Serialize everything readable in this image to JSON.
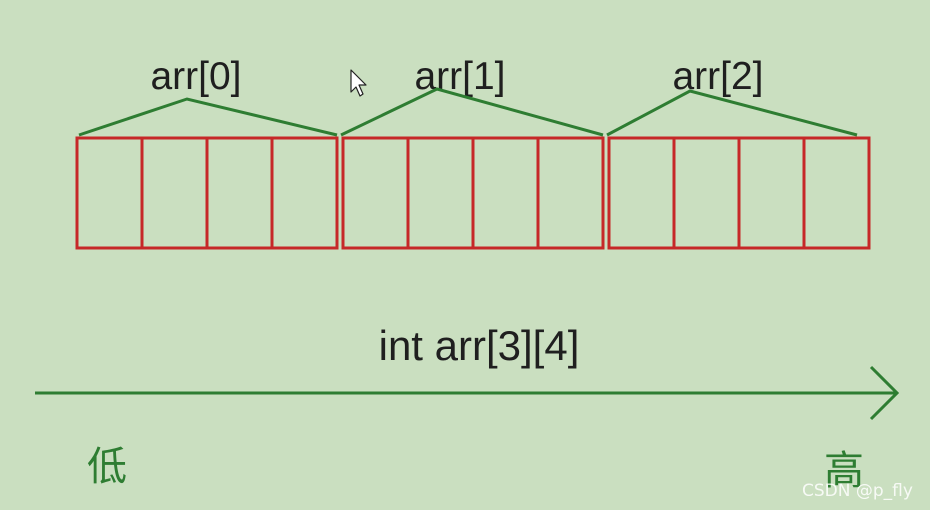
{
  "colors": {
    "background": "#cadfc0",
    "cell_stroke": "#c62828",
    "bracket_stroke": "#2e7d32",
    "axis_stroke": "#2e7d32",
    "text": "#1f1f1f"
  },
  "diagram": {
    "row_labels": [
      "arr[0]",
      "arr[1]",
      "arr[2]"
    ],
    "rows": 3,
    "cols": 4,
    "declaration": "int arr[3][4]",
    "axis_low_label": "低",
    "axis_high_label": "高",
    "watermark": "CSDN @p_fly",
    "cursor_icon": "mouse-pointer-icon"
  }
}
